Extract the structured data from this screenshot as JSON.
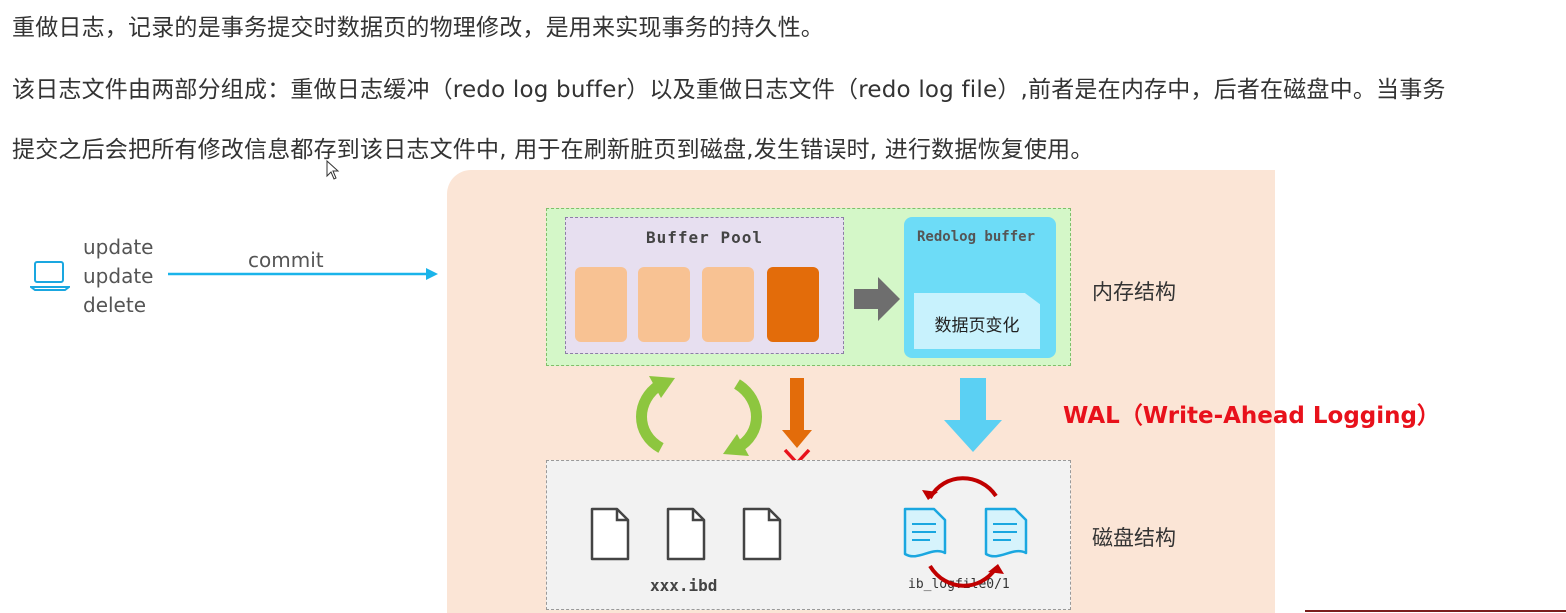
{
  "paragraphs": {
    "line1": "重做日志，记录的是事务提交时数据页的物理修改，是用来实现事务的持久性。",
    "line2": "该日志文件由两部分组成：重做日志缓冲（redo log buffer）以及重做日志文件（redo log file）,前者是在内存中，后者在磁盘中。当事务",
    "line3": "提交之后会把所有修改信息都存到该日志文件中, 用于在刷新脏页到磁盘,发生错误时, 进行数据恢复使用。"
  },
  "diagram": {
    "client": {
      "commands": [
        "update",
        "update",
        "delete"
      ],
      "commit_label": "commit",
      "icon": "laptop-icon"
    },
    "memory": {
      "label": "内存结构",
      "buffer_pool": {
        "title": "Buffer Pool"
      },
      "redolog_buffer": {
        "title": "Redolog buffer",
        "entry": "数据页变化"
      }
    },
    "disk": {
      "label": "磁盘结构",
      "data_file_label": "xxx.ibd",
      "log_file_label": "ib_logfile0/1"
    },
    "wal_label": "WAL（Write-Ahead Logging）",
    "colors": {
      "panel_bg": "#fbe5d6",
      "memory_bg": "#d4f7c8",
      "buffer_pool_bg": "#e7dff0",
      "clean_page": "#f8c293",
      "dirty_page": "#e36c0a",
      "redolog_buffer": "#6ddcf7",
      "arrow_blue": "#5bd0f3",
      "arrow_orange": "#e36c0a",
      "arrow_green": "#8dc63f",
      "wal_red": "#e8111b"
    }
  }
}
